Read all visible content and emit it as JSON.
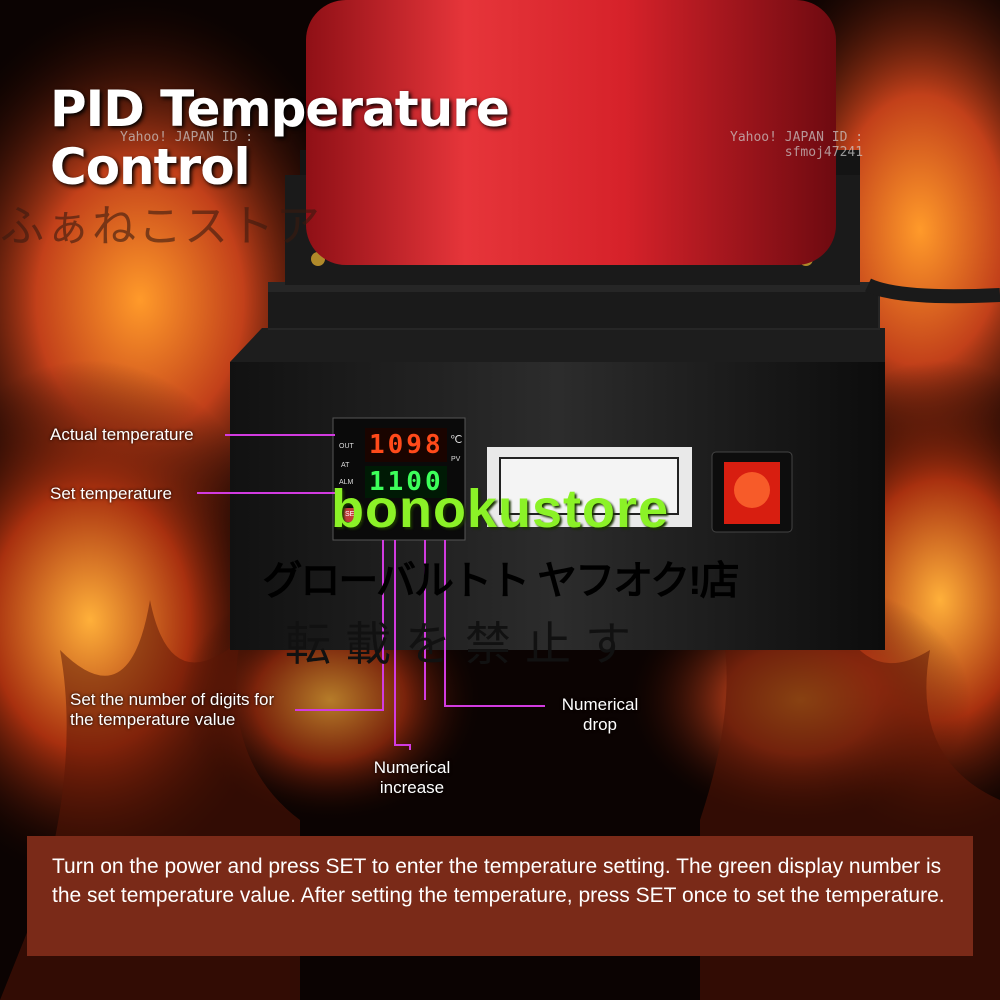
{
  "title": {
    "line1": "PID Temperature",
    "line2": "Control"
  },
  "controller": {
    "out_label": "OUT",
    "at_label": "AT",
    "alm_label": "ALM",
    "pv_label": "PV",
    "unit": "℃",
    "actual_display": "1098",
    "set_display": "1100",
    "set_key": "SET"
  },
  "callouts": {
    "actual_temperature": "Actual temperature",
    "set_temperature": "Set temperature",
    "digits": "Set the number of digits for the temperature value",
    "numerical_drop": "Numerical drop",
    "numerical_increase": "Numerical increase"
  },
  "watermarks": {
    "store_name": "bonokustore",
    "jp_store": "グローバルトト ヤフオク!店",
    "jp_notice": "転載を禁止す",
    "side_text": "ふぁねこストア",
    "yahoo_id": "Yahoo! JAPAN ID :",
    "user_id": "sfmoj47241"
  },
  "instructions": "Turn on the power and press SET to enter the temperature setting. The green display number is the set temperature value. After setting the temperature, press SET once to set the temperature.",
  "colors": {
    "callout_line": "#d23be0",
    "actual_led": "#ff4a1a",
    "set_led": "#3dff5a",
    "brand": "#8bf227",
    "panel": "#7a2a18",
    "crucible": "#d8242a"
  }
}
